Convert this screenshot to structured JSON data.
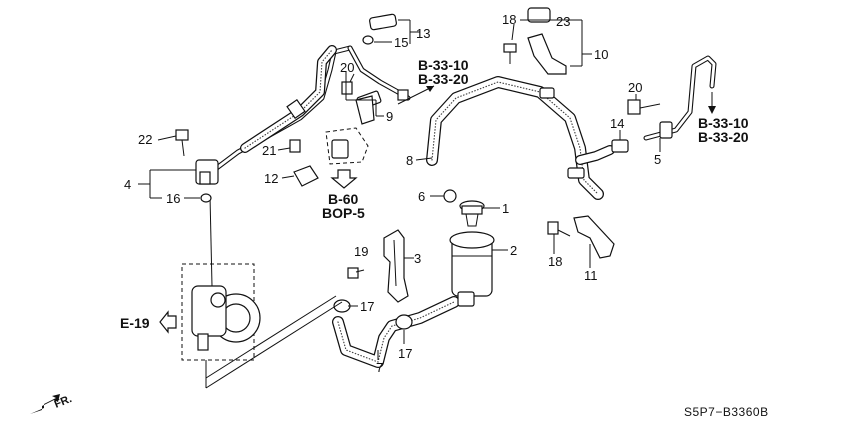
{
  "callouts": {
    "c1": "1",
    "c2": "2",
    "c3": "3",
    "c4": "4",
    "c5": "5",
    "c6": "6",
    "c7": "7",
    "c8": "8",
    "c9": "9",
    "c10": "10",
    "c11": "11",
    "c12": "12",
    "c13": "13",
    "c14": "14",
    "c15": "15",
    "c16": "16",
    "c17a": "17",
    "c17b": "17",
    "c18a": "18",
    "c18b": "18",
    "c19": "19",
    "c20a": "20",
    "c20b": "20",
    "c21": "21",
    "c22": "22",
    "c23": "23"
  },
  "references": {
    "b3310_top": "B-33-10",
    "b3320_top": "B-33-20",
    "b3310_right": "B-33-10",
    "b3320_right": "B-33-20",
    "b60": "B-60",
    "bop5": "BOP-5",
    "e19": "E-19"
  },
  "front_arrow_label": "FR.",
  "diagram_code": "S5P7−B3360B"
}
